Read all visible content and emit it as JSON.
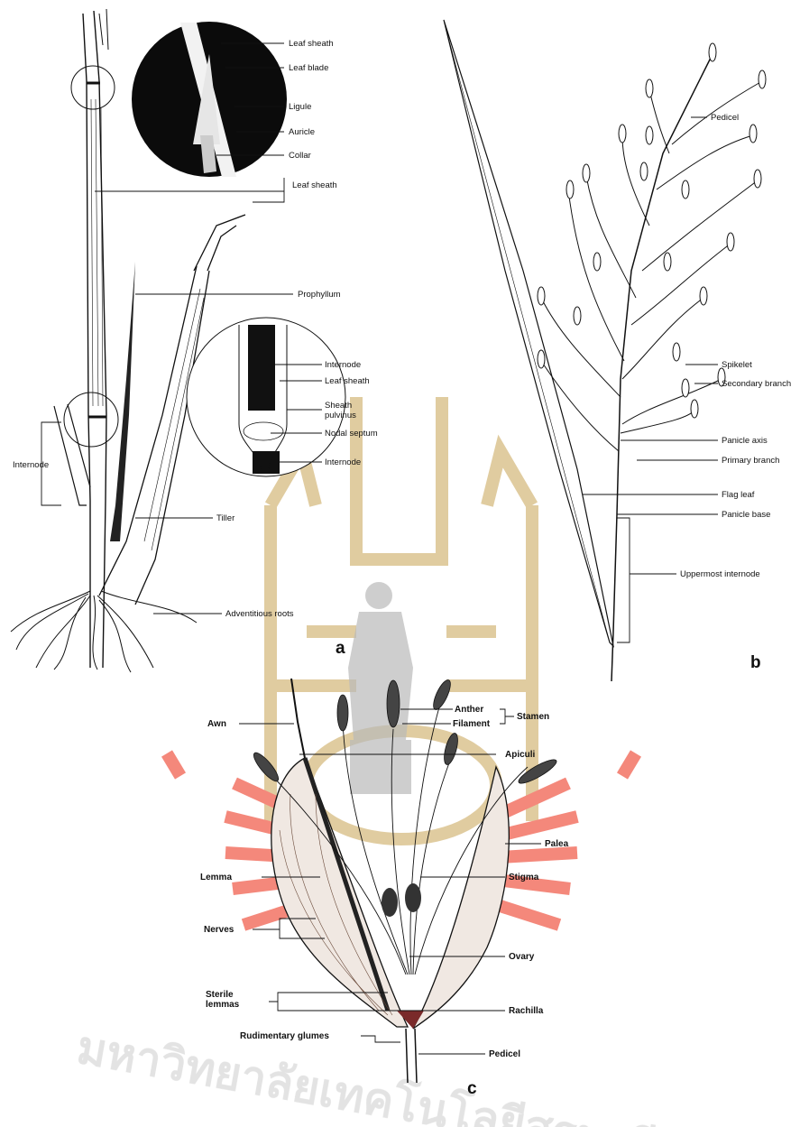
{
  "panels": {
    "a": {
      "letter": "a",
      "labels": {
        "leaf_sheath_top": "Leaf sheath",
        "leaf_blade": "Leaf blade",
        "ligule": "Ligule",
        "auricle": "Auricle",
        "collar": "Collar",
        "leaf_sheath_mid": "Leaf sheath",
        "prophyllum": "Prophyllum",
        "internode_inset_top": "Internode",
        "leaf_sheath_inset": "Leaf sheath",
        "sheath_pulvinus_1": "Sheath",
        "sheath_pulvinus_2": "pulvinus",
        "nodal_septum": "Nodal septum",
        "internode_inset_bottom": "Internode",
        "internode_left": "Internode",
        "tiller": "Tiller",
        "adventitious_roots": "Adventitious roots"
      }
    },
    "b": {
      "letter": "b",
      "labels": {
        "pedicel": "Pedicel",
        "spikelet": "Spikelet",
        "secondary_branch": "Secondary branch",
        "panicle_axis": "Panicle axis",
        "primary_branch": "Primary branch",
        "flag_leaf": "Flag leaf",
        "panicle_base": "Panicle base",
        "uppermost_internode": "Uppermost internode"
      }
    },
    "c": {
      "letter": "c",
      "labels": {
        "awn": "Awn",
        "anther": "Anther",
        "filament": "Filament",
        "stamen": "Stamen",
        "apiculi": "Apiculi",
        "palea": "Palea",
        "lemma": "Lemma",
        "stigma": "Stigma",
        "nerves": "Nerves",
        "ovary": "Ovary",
        "sterile_lemmas_1": "Sterile",
        "sterile_lemmas_2": "lemmas",
        "rachilla": "Rachilla",
        "rudimentary_glumes": "Rudimentary glumes",
        "pedicel": "Pedicel"
      }
    }
  },
  "watermark": {
    "text": "มหาวิทยาลัยเทคโนโลยีสุรนารี",
    "emblem_color": "#f26b5b",
    "emblem_gold": "#d9c089"
  }
}
